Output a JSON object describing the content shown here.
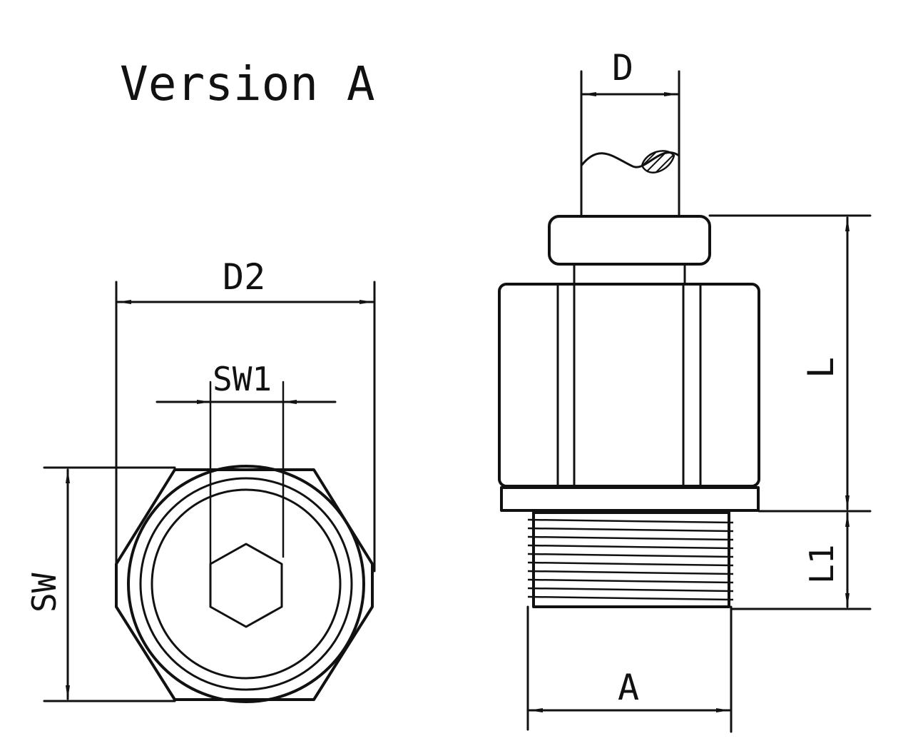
{
  "title": "Version A",
  "labels": {
    "d": "D",
    "d2": "D2",
    "sw1": "SW1",
    "sw": "SW",
    "l": "L",
    "l1": "L1",
    "a": "A"
  },
  "colors": {
    "ink": "#111111",
    "background": "#ffffff"
  }
}
